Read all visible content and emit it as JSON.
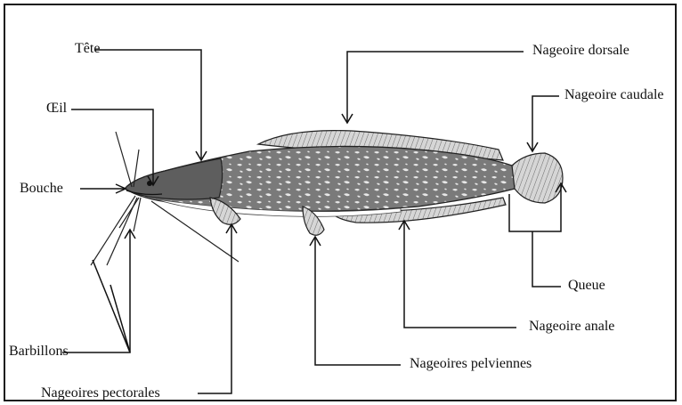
{
  "labels": {
    "tete": "Tête",
    "oeil": "Œil",
    "bouche": "Bouche",
    "barbillons": "Barbillons",
    "nageoires_pectorales": "Nageoires pectorales",
    "nageoire_dorsale": "Nageoire dorsale",
    "nageoire_caudale": "Nageoire caudale",
    "queue": "Queue",
    "nageoire_anale": "Nageoire anale",
    "nageoires_pelviennes": "Nageoires pelviennes"
  },
  "colors": {
    "ink": "#1a1a1a",
    "body_fill": "#9a9a9a",
    "fin_fill": "#c8c8c8",
    "belly": "#ffffff"
  }
}
